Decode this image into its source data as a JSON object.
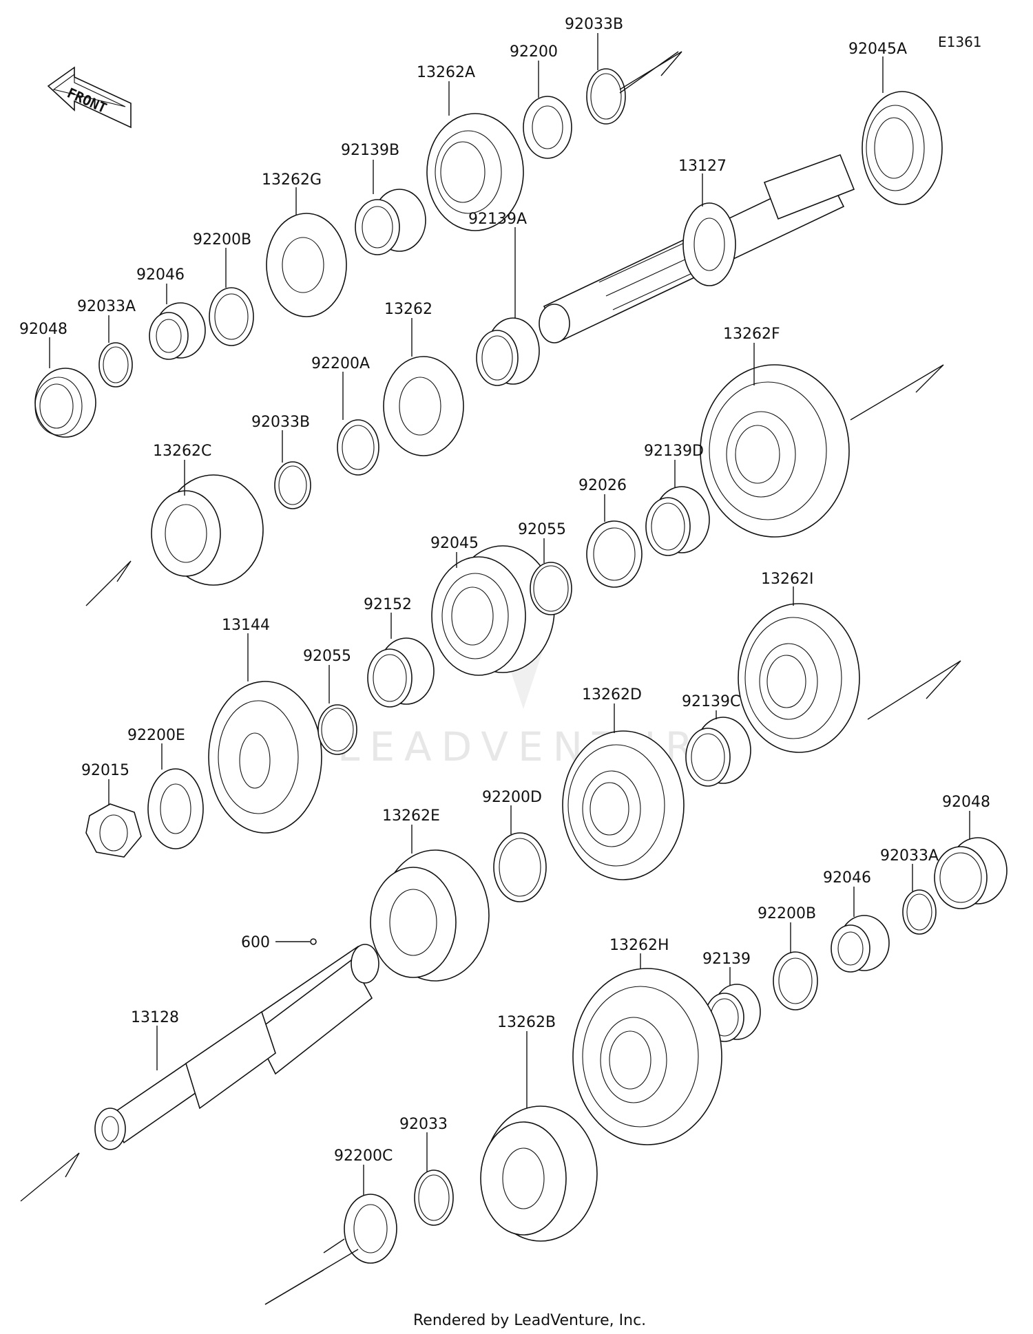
{
  "diagram_code": "E1361",
  "front_label": "FRONT",
  "watermark": "LEADVENTURE",
  "footer": "Rendered by LeadVenture, Inc.",
  "labels": {
    "p92033B_top": "92033B",
    "p92200": "92200",
    "p13262A": "13262A",
    "p92045A": "92045A",
    "p92139B": "92139B",
    "p13262G": "13262G",
    "p13127": "13127",
    "p92200B_left": "92200B",
    "p92046_left": "92046",
    "p92033A_left": "92033A",
    "p92048_left": "92048",
    "p13262": "13262",
    "p92139A": "92139A",
    "p13262F": "13262F",
    "p92200A": "92200A",
    "p92033B_mid": "92033B",
    "p13262C": "13262C",
    "p92139D": "92139D",
    "p92026": "92026",
    "p92045": "92045",
    "p92055_upper": "92055",
    "p13262I": "13262I",
    "p92152": "92152",
    "p13144": "13144",
    "p92055_lower": "92055",
    "p92139C": "92139C",
    "p13262D": "13262D",
    "p92200E": "92200E",
    "p92015": "92015",
    "p92200D": "92200D",
    "p13262E": "13262E",
    "p92048_right": "92048",
    "p92033A_right": "92033A",
    "p92046_right": "92046",
    "p92200B_right": "92200B",
    "p600": "600",
    "p13262H": "13262H",
    "p92139": "92139",
    "p13128": "13128",
    "p13262B": "13262B",
    "p92033": "92033",
    "p92200C": "92200C"
  }
}
